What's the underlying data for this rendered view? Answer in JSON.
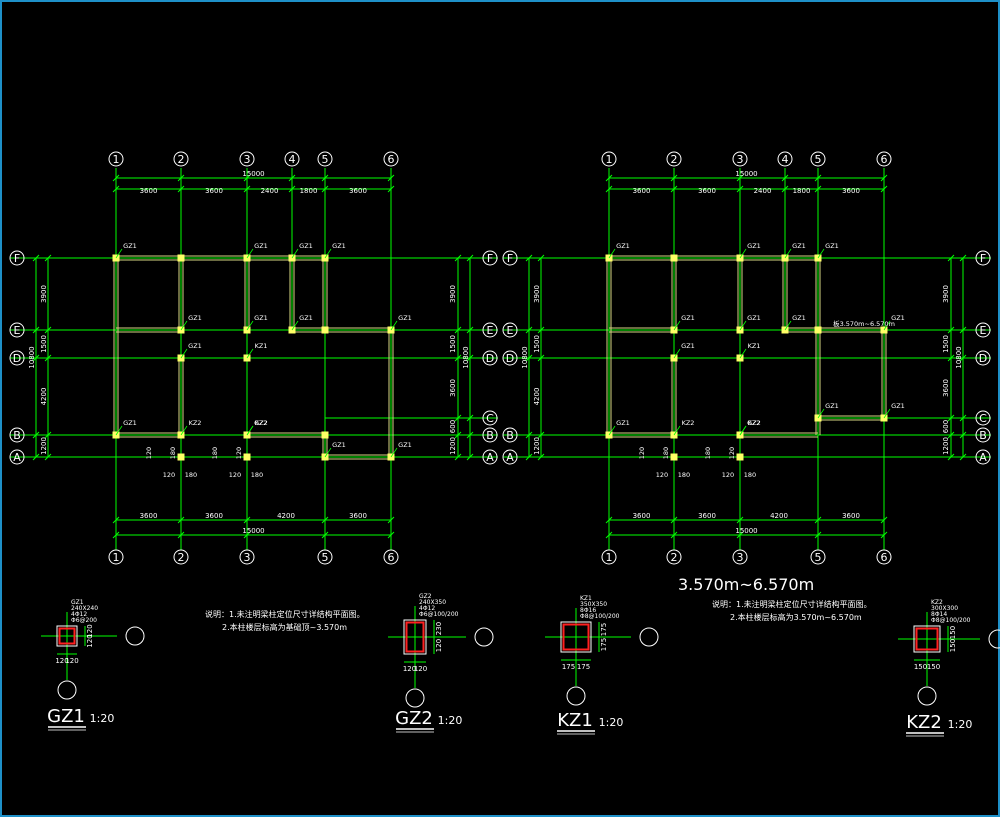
{
  "plans": [
    {
      "grid_top": [
        "1",
        "2",
        "3",
        "4",
        "5",
        "6"
      ],
      "grid_bottom": [
        "1",
        "2",
        "3",
        "5",
        "6"
      ],
      "grid_left": [
        "F",
        "E",
        "D",
        "B",
        "A"
      ],
      "grid_right": [
        "F",
        "E",
        "D",
        "C",
        "B",
        "A"
      ],
      "dims_top": [
        "3600",
        "3600",
        "2400",
        "1800",
        "3600"
      ],
      "dim_top_total": "15000",
      "dims_bottom": [
        "3600",
        "3600",
        "4200",
        "3600"
      ],
      "dim_bottom_total": "15000",
      "dims_left": [
        "3900",
        "1500",
        "4200",
        "1200"
      ],
      "dim_left_total": "10800",
      "dims_right": [
        "3900",
        "1500",
        "3600",
        "600",
        "1200"
      ],
      "dim_right_total": "10800",
      "col_small_dims": [
        "120",
        "180",
        "120",
        "180",
        "120",
        "180",
        "180",
        "120"
      ],
      "col_labels": [
        "GZ1",
        "GZ1",
        "GZ1",
        "GZ1",
        "GZ1",
        "GZ1",
        "GZ1",
        "GZ1",
        "KZ1",
        "GZ1",
        "GZ1",
        "GZ2",
        "KZ2",
        "KZ2",
        "GZ1",
        "GZ1",
        "230"
      ],
      "elev_note": ""
    },
    {
      "grid_top": [
        "1",
        "2",
        "3",
        "4",
        "5",
        "6"
      ],
      "grid_bottom": [
        "1",
        "2",
        "3",
        "5",
        "6"
      ],
      "grid_left": [
        "F",
        "E",
        "D",
        "B",
        "A"
      ],
      "grid_right": [
        "F",
        "E",
        "D",
        "C",
        "B",
        "A"
      ],
      "dims_top": [
        "3600",
        "3600",
        "2400",
        "1800",
        "3600"
      ],
      "dim_top_total": "15000",
      "dims_bottom": [
        "3600",
        "3600",
        "4200",
        "3600"
      ],
      "dim_bottom_total": "15000",
      "dims_left": [
        "3900",
        "1500",
        "4200",
        "1200"
      ],
      "dim_left_total": "10800",
      "dims_right": [
        "3900",
        "1500",
        "3600",
        "600",
        "1200"
      ],
      "dim_right_total": "10800",
      "col_small_dims": [
        "120",
        "180",
        "120",
        "180",
        "120",
        "180",
        "180",
        "120"
      ],
      "col_labels": [
        "GZ1",
        "GZ1",
        "GZ1",
        "GZ1",
        "GZ1",
        "GZ1",
        "GZ1",
        "GZ1",
        "KZ1",
        "GZ1",
        "GZ1",
        "GZ2",
        "KZ2",
        "KZ2",
        "GZ1",
        "GZ1",
        "230"
      ],
      "elev_note": "板3.570m~6.570m"
    }
  ],
  "plan2_title": "3.570m~6.570m",
  "notes1": [
    "说明：1.未注明梁柱定位尺寸详结构平面图。",
    "2.本柱楼层标高为基础顶~3.570m"
  ],
  "notes2": [
    "说明：1.未注明梁柱定位尺寸详结构平面图。",
    "2.本柱楼层标高为3.570m~6.570m"
  ],
  "details": [
    {
      "name": "GZ1",
      "scale": "1:20",
      "spec": [
        "GZ1",
        "240X240",
        "4Φ12",
        "Φ6@200"
      ],
      "dims": [
        "120",
        "120"
      ],
      "side_dim": "120|120"
    },
    {
      "name": "GZ2",
      "scale": "1:20",
      "spec": [
        "GZ2",
        "240X350",
        "4Φ12",
        "Φ6@100/200"
      ],
      "dims": [
        "120",
        "120"
      ],
      "side_dim": "230|120"
    },
    {
      "name": "KZ1",
      "scale": "1:20",
      "spec": [
        "KZ1",
        "350X350",
        "8Φ16",
        "Φ8@100/200"
      ],
      "dims": [
        "175",
        "175"
      ],
      "side_dim": "175|175"
    },
    {
      "name": "KZ2",
      "scale": "1:20",
      "spec": [
        "KZ2",
        "300X300",
        "8Φ14",
        "Φ8@100/200"
      ],
      "dims": [
        "150",
        "150"
      ],
      "side_dim": "150|150"
    }
  ],
  "colors": {
    "background": "#000000",
    "grid": "#00ff00",
    "wall": "#d8d884",
    "column": "#ffff66",
    "text": "#ffffff",
    "rebar": "#ff2020",
    "frame": "#1e90c8"
  }
}
